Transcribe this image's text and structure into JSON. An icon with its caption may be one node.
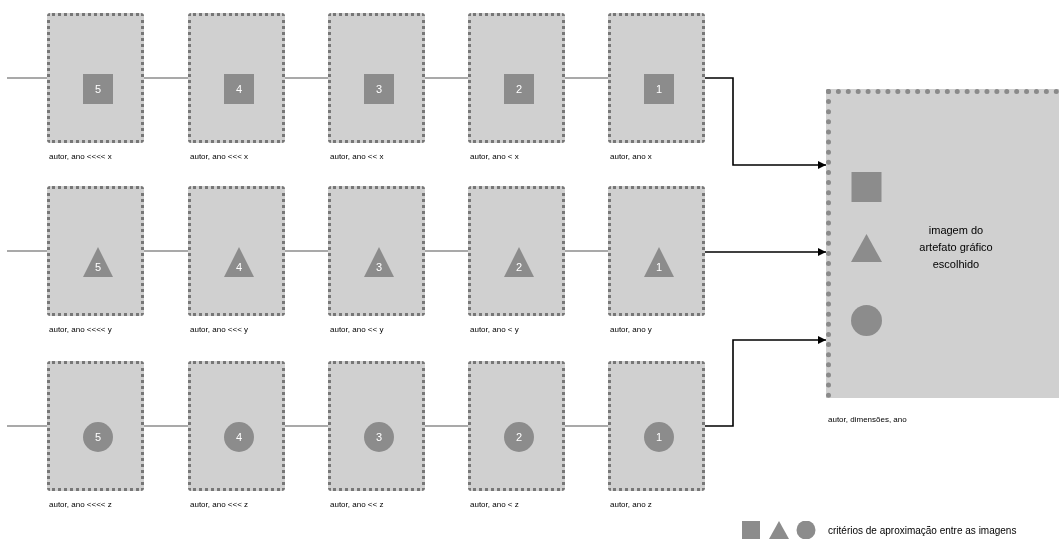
{
  "diagram": {
    "nodes": [
      {
        "text": [],
        "shape": "box",
        "beside": [
          "autor, ano <<<< x"
        ]
      },
      {
        "text": [
          "5"
        ],
        "in": 0
      },
      {
        "text": [],
        "shape": "box",
        "beside": [
          "autor, ano <<< x"
        ]
      },
      {
        "text": [
          "4"
        ],
        "in": 2
      },
      {
        "text": [],
        "shape": "box",
        "beside": [
          "autor, ano << x"
        ]
      },
      {
        "text": [
          "3"
        ],
        "in": 4
      },
      {
        "text": [],
        "shape": "box",
        "beside": [
          "autor, ano < x"
        ]
      },
      {
        "text": [
          "2"
        ],
        "in": 6
      },
      {
        "text": [],
        "shape": "box",
        "beside": [
          "autor, ano x"
        ]
      },
      {
        "text": [
          "1"
        ],
        "in": 8
      },
      {
        "text": [],
        "shape": "box",
        "beside": [
          "autor, ano <<<< y"
        ]
      },
      {
        "text": [
          "5"
        ],
        "in": 10
      },
      {
        "text": [],
        "shape": "box",
        "beside": [
          "autor, ano <<< y"
        ]
      },
      {
        "text": [
          "4"
        ],
        "in": 12
      },
      {
        "text": [],
        "shape": "box",
        "beside": [
          "autor, ano << y"
        ]
      },
      {
        "text": [
          "3"
        ],
        "in": 14
      },
      {
        "text": [],
        "shape": "box",
        "beside": [
          "autor, ano < y"
        ]
      },
      {
        "text": [
          "2"
        ],
        "in": 16
      },
      {
        "text": [],
        "shape": "box",
        "beside": [
          "autor, ano y"
        ]
      },
      {
        "text": [
          "1"
        ],
        "in": 18
      },
      {
        "text": [],
        "shape": "box",
        "beside": [
          "autor, ano <<<< z"
        ]
      },
      {
        "text": [
          "5"
        ],
        "in": 20
      },
      {
        "text": [],
        "shape": "box",
        "beside": [
          "autor, ano <<< z"
        ]
      },
      {
        "text": [
          "4"
        ],
        "in": 22
      },
      {
        "text": [],
        "shape": "box",
        "beside": [
          "autor, ano << z"
        ]
      },
      {
        "text": [
          "3"
        ],
        "in": 24
      },
      {
        "text": [],
        "shape": "box",
        "beside": [
          "autor, ano < z"
        ]
      },
      {
        "text": [
          "2"
        ],
        "in": 26
      },
      {
        "text": [],
        "shape": "box",
        "beside": [
          "autor, ano z"
        ]
      },
      {
        "text": [
          "1"
        ],
        "in": 28
      },
      {
        "text": [
          "imagem do artefato gráfico escolhido"
        ],
        "beside": [
          "autor, dimensões, ano"
        ]
      },
      {
        "text": [],
        "shape": "box",
        "in": 30
      },
      {
        "text": [],
        "shape": "triangle",
        "in": 30
      },
      {
        "text": [],
        "shape": "circle",
        "in": 30
      }
    ],
    "edges": [
      {
        "from": null,
        "to": 0,
        "arrow": "none"
      },
      {
        "from": 0,
        "to": 2,
        "arrow": "none"
      },
      {
        "from": 2,
        "to": 4,
        "arrow": "none"
      },
      {
        "from": 4,
        "to": 6,
        "arrow": "none"
      },
      {
        "from": 6,
        "to": 8,
        "arrow": "none"
      },
      {
        "from": 8,
        "to": 30,
        "arrow": "to"
      },
      {
        "from": null,
        "to": 10,
        "arrow": "none"
      },
      {
        "from": 10,
        "to": 12,
        "arrow": "none"
      },
      {
        "from": 12,
        "to": 14,
        "arrow": "none"
      },
      {
        "from": 14,
        "to": 16,
        "arrow": "none"
      },
      {
        "from": 16,
        "to": 18,
        "arrow": "none"
      },
      {
        "from": 18,
        "to": 30,
        "arrow": "to"
      },
      {
        "from": null,
        "to": 20,
        "arrow": "none"
      },
      {
        "from": 20,
        "to": 22,
        "arrow": "none"
      },
      {
        "from": 22,
        "to": 24,
        "arrow": "none"
      },
      {
        "from": 24,
        "to": 26,
        "arrow": "none"
      },
      {
        "from": 26,
        "to": 28,
        "arrow": "none"
      },
      {
        "from": 28,
        "to": 30,
        "arrow": "to"
      }
    ],
    "legend": [
      {
        "text": "critérios de aproximação entre as imagens"
      }
    ]
  }
}
